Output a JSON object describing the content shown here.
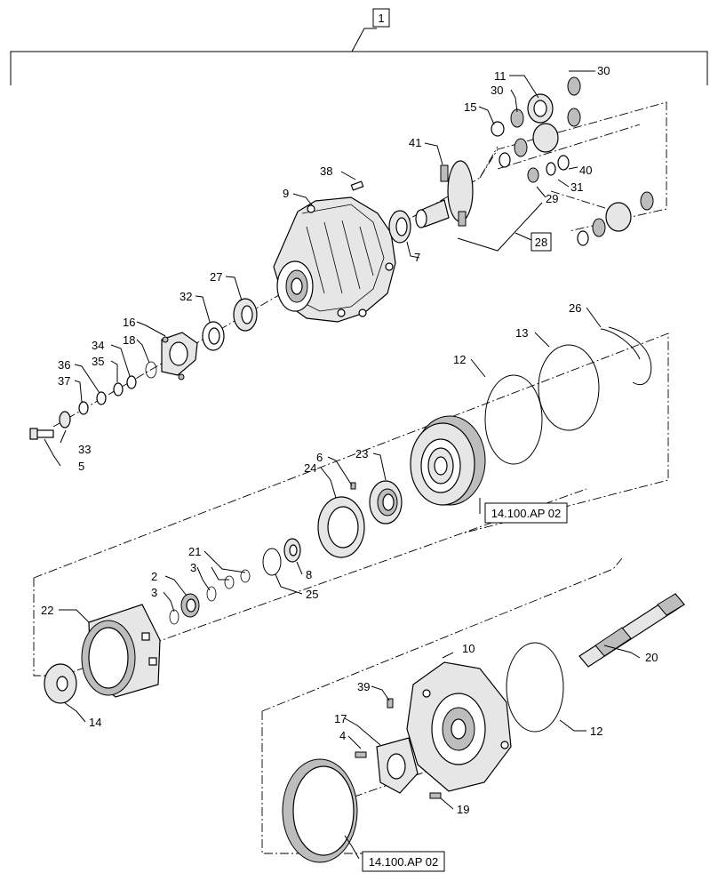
{
  "callouts": {
    "c1": "1",
    "c9": "9",
    "c38": "38",
    "c41": "41",
    "c15": "15",
    "c11": "11",
    "c30a": "30",
    "c30b": "30",
    "c40": "40",
    "c31": "31",
    "c29": "29",
    "c28": "28",
    "c7": "7",
    "c27": "27",
    "c32": "32",
    "c16": "16",
    "c18": "18",
    "c34": "34",
    "c35": "35",
    "c36": "36",
    "c37": "37",
    "c33": "33",
    "c5": "5",
    "c26": "26",
    "c13": "13",
    "c12a": "12",
    "c6": "6",
    "c23": "23",
    "c24": "24",
    "c21": "21",
    "c2": "2",
    "c3a": "3",
    "c3b": "3",
    "c8": "8",
    "c25": "25",
    "c22": "22",
    "c14": "14",
    "c10": "10",
    "c39": "39",
    "c20": "20",
    "c17": "17",
    "c4": "4",
    "c12b": "12",
    "c19": "19"
  },
  "references": {
    "ref_a": "14.100.AP 02",
    "ref_b": "14.100.AP 02"
  }
}
